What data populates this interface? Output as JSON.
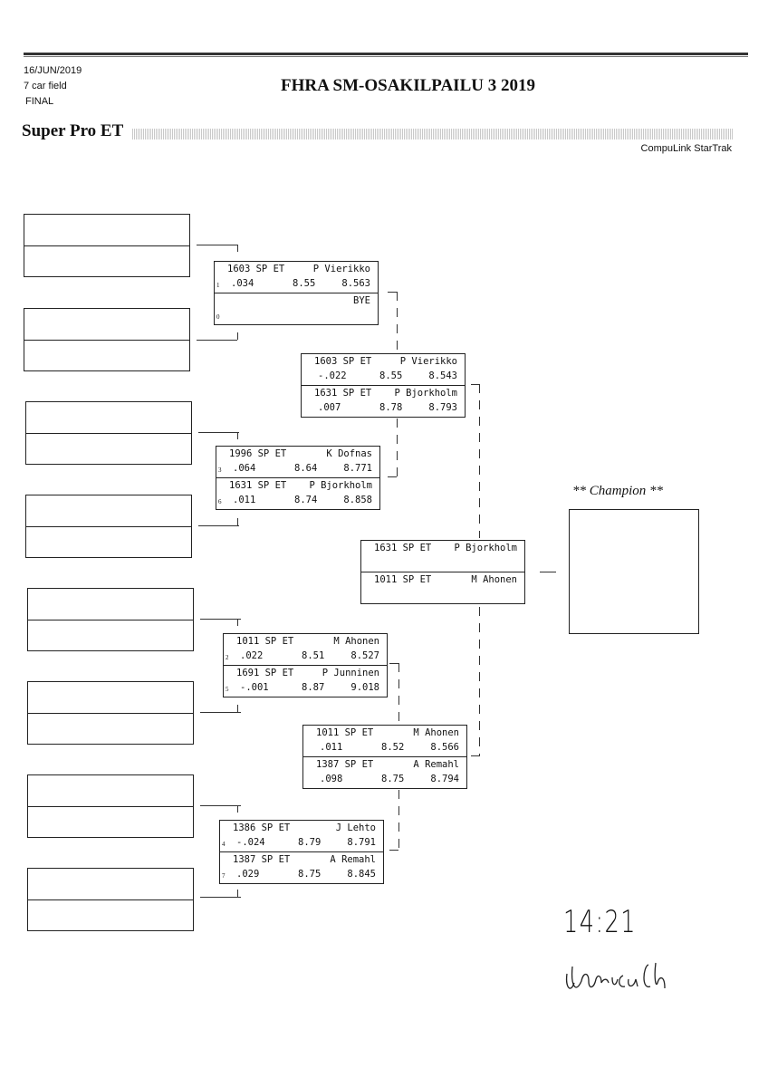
{
  "header": {
    "date": "16/JUN/2019",
    "field": "7 car field",
    "round": "FINAL",
    "title": "FHRA SM-OSAKILPAILU 3 2019",
    "class": "Super Pro ET",
    "brand": "CompuLink StarTrak"
  },
  "round1": [
    {
      "competitors": [
        {
          "car": "1603 SP ET",
          "driver": "P Vierikko",
          "seed": "1",
          "rt": ".034",
          "dial": "8.55",
          "et": "8.563"
        },
        {
          "car": "",
          "driver": "BYE",
          "seed": "0",
          "rt": "",
          "dial": "",
          "et": ""
        }
      ]
    },
    {
      "competitors": [
        {
          "car": "1996 SP ET",
          "driver": "K Dofnas",
          "seed": "3",
          "rt": ".064",
          "dial": "8.64",
          "et": "8.771"
        },
        {
          "car": "1631 SP ET",
          "driver": "P Bjorkholm",
          "seed": "6",
          "rt": ".011",
          "dial": "8.74",
          "et": "8.858"
        }
      ]
    },
    {
      "competitors": [
        {
          "car": "1011 SP ET",
          "driver": "M Ahonen",
          "seed": "2",
          "rt": ".022",
          "dial": "8.51",
          "et": "8.527"
        },
        {
          "car": "1691 SP ET",
          "driver": "P Junninen",
          "seed": "5",
          "rt": "-.001",
          "dial": "8.87",
          "et": "9.018"
        }
      ]
    },
    {
      "competitors": [
        {
          "car": "1386 SP ET",
          "driver": "J Lehto",
          "seed": "4",
          "rt": "-.024",
          "dial": "8.79",
          "et": "8.791"
        },
        {
          "car": "1387 SP ET",
          "driver": "A Remahl",
          "seed": "7",
          "rt": ".029",
          "dial": "8.75",
          "et": "8.845"
        }
      ]
    }
  ],
  "round2": [
    {
      "competitors": [
        {
          "car": "1603 SP ET",
          "driver": "P Vierikko",
          "seed": "",
          "rt": "-.022",
          "dial": "8.55",
          "et": "8.543"
        },
        {
          "car": "1631 SP ET",
          "driver": "P Bjorkholm",
          "seed": "",
          "rt": ".007",
          "dial": "8.78",
          "et": "8.793"
        }
      ]
    },
    {
      "competitors": [
        {
          "car": "1011 SP ET",
          "driver": "M Ahonen",
          "seed": "",
          "rt": ".011",
          "dial": "8.52",
          "et": "8.566"
        },
        {
          "car": "1387 SP ET",
          "driver": "A Remahl",
          "seed": "",
          "rt": ".098",
          "dial": "8.75",
          "et": "8.794"
        }
      ]
    }
  ],
  "final": [
    {
      "competitors": [
        {
          "car": "1631 SP ET",
          "driver": "P Bjorkholm",
          "seed": "",
          "rt": "",
          "dial": "",
          "et": ""
        },
        {
          "car": "1011 SP ET",
          "driver": "M Ahonen",
          "seed": "",
          "rt": "",
          "dial": "",
          "et": ""
        }
      ]
    }
  ],
  "champion": {
    "label": "** Champion **"
  },
  "handwriting": {
    "time": "14:21",
    "signature": "Ulonica Ch"
  }
}
